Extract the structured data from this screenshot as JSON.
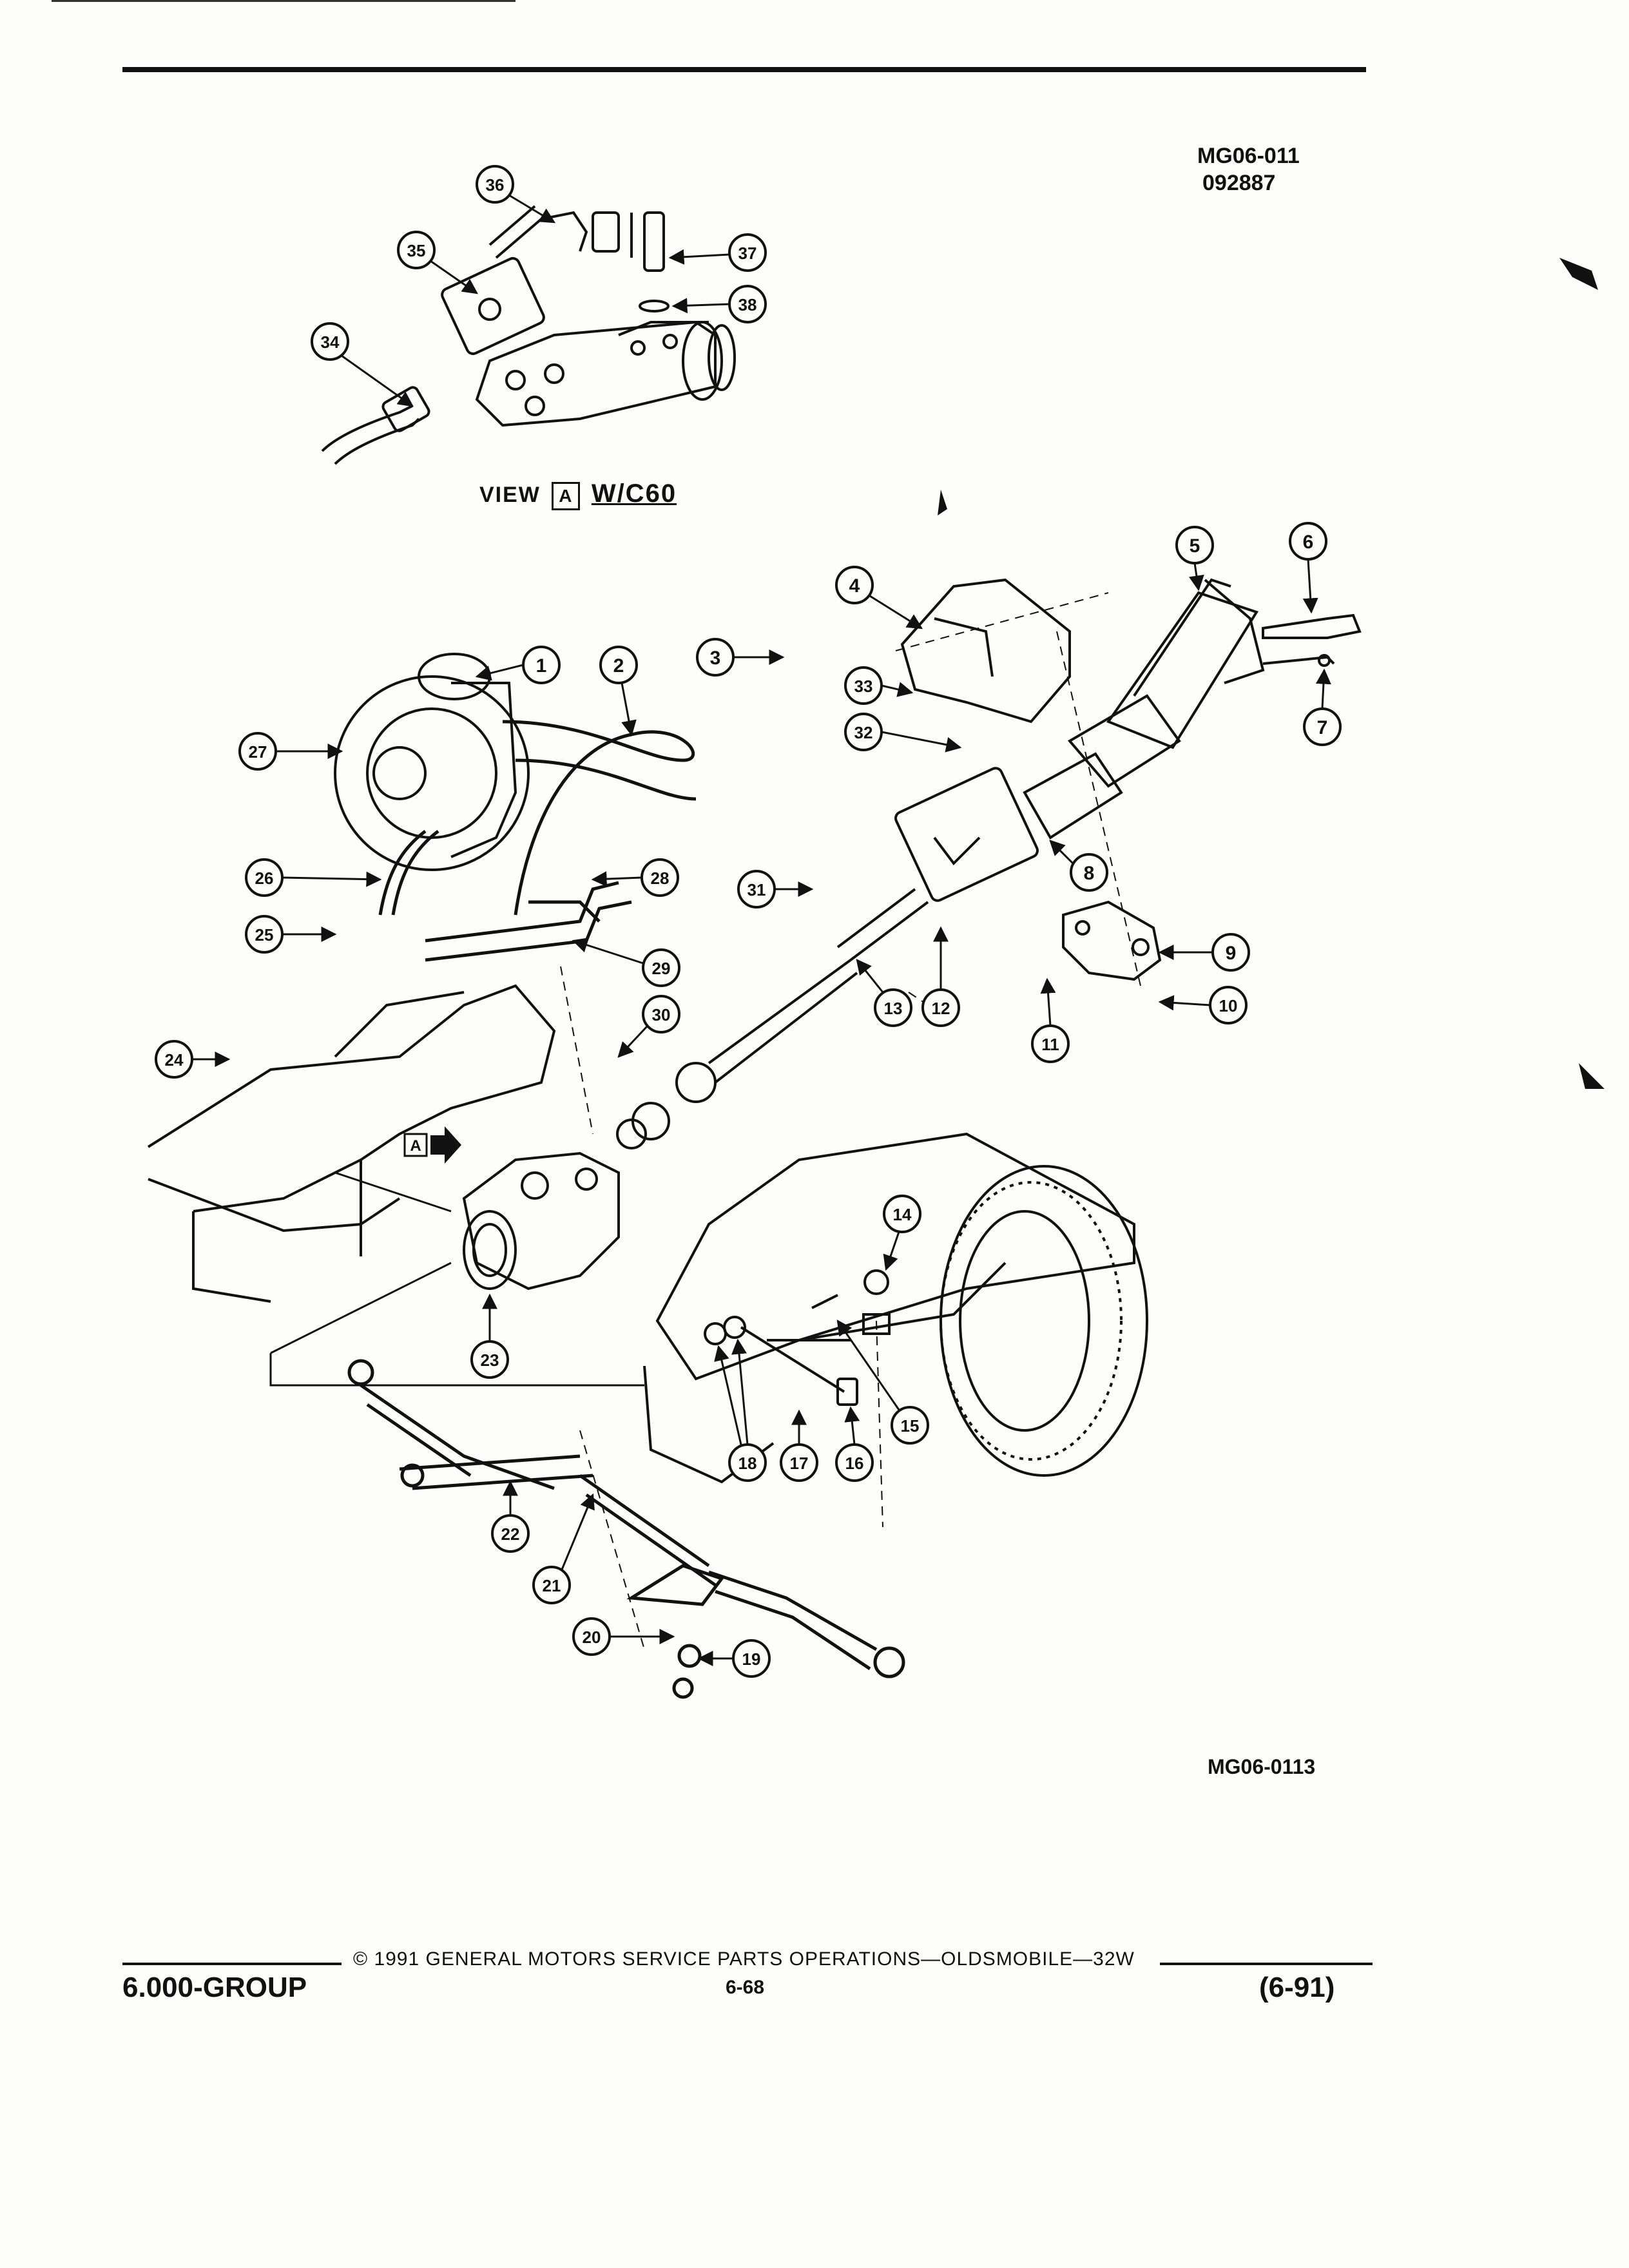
{
  "header": {
    "ref_code_1": "MG06-011",
    "ref_code_2": "092887"
  },
  "view_label": {
    "prefix": "VIEW",
    "letter": "A",
    "model": "W/C60"
  },
  "arrow_marker": "A",
  "figure_code": "MG06-0113",
  "callouts": [
    "1",
    "2",
    "3",
    "4",
    "5",
    "6",
    "7",
    "8",
    "9",
    "10",
    "11",
    "12",
    "13",
    "14",
    "15",
    "16",
    "17",
    "18",
    "19",
    "20",
    "21",
    "22",
    "23",
    "24",
    "25",
    "26",
    "27",
    "28",
    "29",
    "30",
    "31",
    "32",
    "33",
    "34",
    "35",
    "36",
    "37",
    "38"
  ],
  "footer": {
    "copyright": "© 1991 GENERAL MOTORS SERVICE PARTS OPERATIONS—OLDSMOBILE—32W",
    "group": "6.000-GROUP",
    "page": "6-68",
    "date": "(6-91)"
  }
}
